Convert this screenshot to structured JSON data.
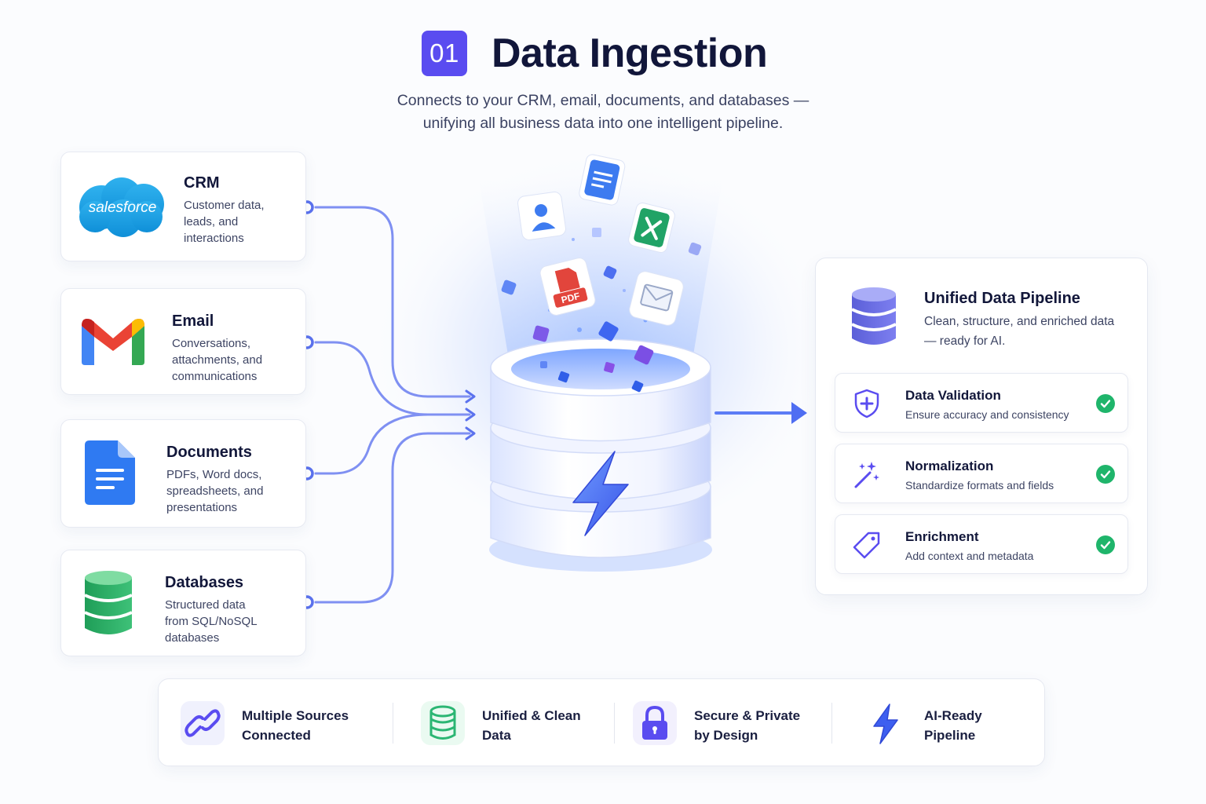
{
  "header": {
    "step_number": "01",
    "title": "Data Ingestion",
    "subtitle_line1": "Connects to your CRM, email, documents, and databases —",
    "subtitle_line2": "unifying all business data into one intelligent pipeline."
  },
  "sources": [
    {
      "name": "CRM",
      "desc": [
        "Customer data,",
        "leads, and",
        "interactions"
      ],
      "logo_text": "salesforce",
      "icon": "salesforce-cloud-icon"
    },
    {
      "name": "Email",
      "desc": [
        "Conversations,",
        "attachments, and",
        "communications"
      ],
      "icon": "gmail-icon"
    },
    {
      "name": "Documents",
      "desc": [
        "PDFs, Word docs,",
        "spreadsheets, and",
        "presentations"
      ],
      "icon": "google-docs-icon"
    },
    {
      "name": "Databases",
      "desc": [
        "Structured data",
        "from SQL/NoSQL",
        "databases"
      ],
      "icon": "green-database-icon"
    }
  ],
  "center": {
    "floating_icons": [
      "document-icon",
      "contact-icon",
      "excel-icon",
      "pdf-icon",
      "mail-icon"
    ],
    "pdf_label": "PDF",
    "hub_icon": "lightning-bolt-icon"
  },
  "pipeline": {
    "title": "Unified Data Pipeline",
    "desc": "Clean, structure, and enriched data — ready for AI.",
    "steps": [
      {
        "name": "Data Validation",
        "desc": "Ensure accuracy and consistency",
        "icon": "shield-icon",
        "status": "complete"
      },
      {
        "name": "Normalization",
        "desc": "Standardize formats and fields",
        "icon": "magic-wand-icon",
        "status": "complete"
      },
      {
        "name": "Enrichment",
        "desc": "Add context and metadata",
        "icon": "tag-icon",
        "status": "complete"
      }
    ]
  },
  "features": [
    {
      "line1": "Multiple Sources",
      "line2": "Connected",
      "icon": "link-icon"
    },
    {
      "line1": "Unified & Clean",
      "line2": "Data",
      "icon": "database-icon"
    },
    {
      "line1": "Secure & Private",
      "line2": "by Design",
      "icon": "lock-icon"
    },
    {
      "line1": "AI-Ready",
      "line2": "Pipeline",
      "icon": "lightning-icon"
    }
  ],
  "colors": {
    "accent": "#5a4cf0",
    "connector": "#7f90f2",
    "success": "#1fb56b",
    "text_dark": "#12173a",
    "text_body": "#3d4463"
  }
}
